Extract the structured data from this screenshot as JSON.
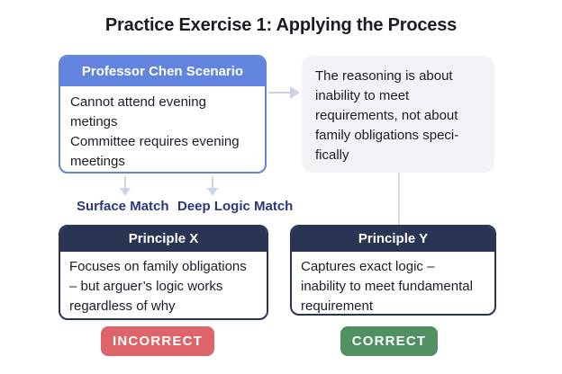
{
  "title": "Practice Exercise 1: Applying the Process",
  "scenario_box": {
    "header": "Professor Chen Scenario",
    "body": "Cannot attend evening\nmetings\nCommittee requires evening\nmeetings"
  },
  "reasoning_box": {
    "body": "The reasoning is about\ninability to meet\nrequirements, not about\nfamily obligations speci-\nfically"
  },
  "match_labels": {
    "surface": "Surface Match",
    "deep": "Deep Logic Match"
  },
  "principle_x": {
    "header": "Principle X",
    "body": "Focuses on family obligations\n– but arguer’s logic works\nregardless of why",
    "verdict": "INCORRECT"
  },
  "principle_y": {
    "header": "Principle Y",
    "body": "Captures exact logic –\ninability to meet fundamental\nrequirement",
    "verdict": "CORRECT"
  },
  "colors": {
    "scenario_header_blue": "#6283de",
    "principle_header_navy": "#2a3554",
    "reasoning_box_bg": "#f2f2f7",
    "arrow_light_periwinkle": "#ccd2e4",
    "match_label_blue": "#29387e",
    "incorrect_red": "#dd6468",
    "correct_green": "#4f9160",
    "body_text": "#1c1c28"
  }
}
